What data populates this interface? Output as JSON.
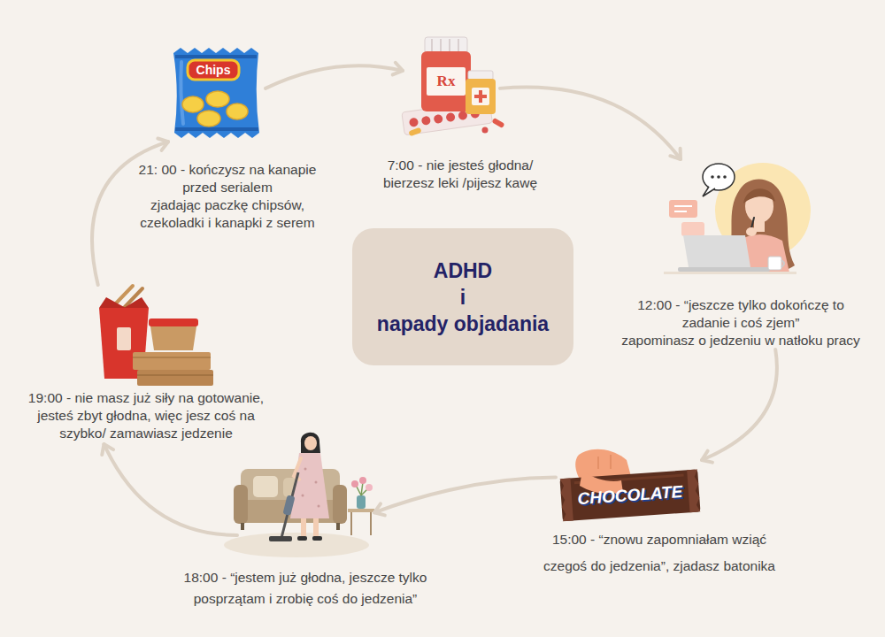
{
  "diagram": {
    "nodes": [
      {
        "text": [
          "ADHD i napady objadania"
        ]
      },
      {
        "text": [
          "7:00 - nie jesteś głodna/ bierzesz leki /pijesz kawę"
        ]
      },
      {
        "text": [
          "12:00 - “jeszcze tylko dokończę to zadanie i coś zjem” zapominasz o jedzeniu w natłoku pracy"
        ]
      },
      {
        "text": [
          "15:00 - “znowu zapomniałam wziąć czegoś do jedzenia”, zjadasz batonika"
        ]
      },
      {
        "text": [
          "18:00 - “jestem już głodna, jeszcze tylko posprzątam i zrobię coś do jedzenia”"
        ]
      },
      {
        "text": [
          "19:00 - nie masz już siły na gotowanie, jesteś zbyt głodna, więc jesz coś na szybko/ zamawiasz jedzenie"
        ]
      },
      {
        "text": [
          "21: 00 - kończysz na kanapie przed serialem zjadając paczkę chipsów, czekoladki i kanapki z serem"
        ]
      }
    ],
    "edges": [
      {
        "from": 1,
        "to": 2,
        "arrow": "to"
      },
      {
        "from": 2,
        "to": 3,
        "arrow": "to"
      },
      {
        "from": 3,
        "to": 4,
        "arrow": "to"
      },
      {
        "from": 4,
        "to": 5,
        "arrow": "to"
      },
      {
        "from": 5,
        "to": 6,
        "arrow": "to"
      },
      {
        "from": 6,
        "to": 1,
        "arrow": "to"
      }
    ],
    "labels": [
      "Chips",
      "Rx",
      "CHOCOLATE"
    ]
  }
}
